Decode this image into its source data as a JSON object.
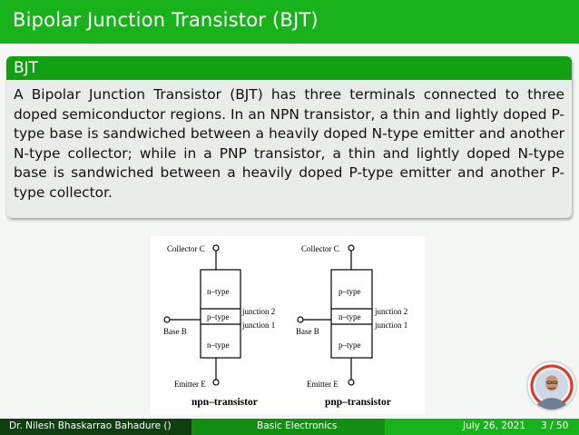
{
  "slide": {
    "title": "Bipolar Junction Transistor (BJT)"
  },
  "block": {
    "heading": "BJT",
    "body": "A Bipolar Junction Transistor (BJT) has three terminals connected to three doped semiconductor regions. In an NPN transistor, a thin and lightly doped P-type base is sandwiched between a heavily doped N-type emitter and another N-type collector; while in a PNP transistor, a thin and lightly doped N-type base is sandwiched between a heavily doped P-type emitter and another P-type collector."
  },
  "figure": {
    "npn": {
      "collector": "Collector C",
      "base": "Base B",
      "emitter": "Emitter E",
      "top_region": "n–type",
      "mid_region": "p–type",
      "bottom_region": "n–type",
      "junction2": "junction 2",
      "junction1": "junction 1",
      "caption": "npn–transistor"
    },
    "pnp": {
      "collector": "Collector C",
      "base": "Base B",
      "emitter": "Emitter E",
      "top_region": "p–type",
      "mid_region": "n–type",
      "bottom_region": "p–type",
      "junction2": "junction 2",
      "junction1": "junction 1",
      "caption": "pnp–transistor"
    }
  },
  "footer": {
    "author": "Dr. Nilesh Bhaskarrao Bahadure ()",
    "course": "Basic Electronics",
    "date": "July 26, 2021",
    "page": "3 / 50"
  }
}
